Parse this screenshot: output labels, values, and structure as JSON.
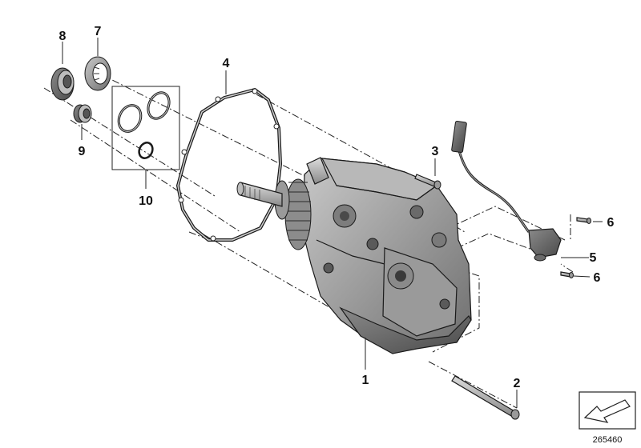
{
  "diagram": {
    "callouts": [
      {
        "id": "c1",
        "label": "1"
      },
      {
        "id": "c2",
        "label": "2"
      },
      {
        "id": "c3",
        "label": "3"
      },
      {
        "id": "c4",
        "label": "4"
      },
      {
        "id": "c5",
        "label": "5"
      },
      {
        "id": "c6a",
        "label": "6"
      },
      {
        "id": "c6b",
        "label": "6"
      },
      {
        "id": "c7",
        "label": "7"
      },
      {
        "id": "c8",
        "label": "8"
      },
      {
        "id": "c9",
        "label": "9"
      },
      {
        "id": "c10",
        "label": "10"
      }
    ],
    "reference_number": "265460",
    "icon": "exploded-view-arrow-icon"
  }
}
